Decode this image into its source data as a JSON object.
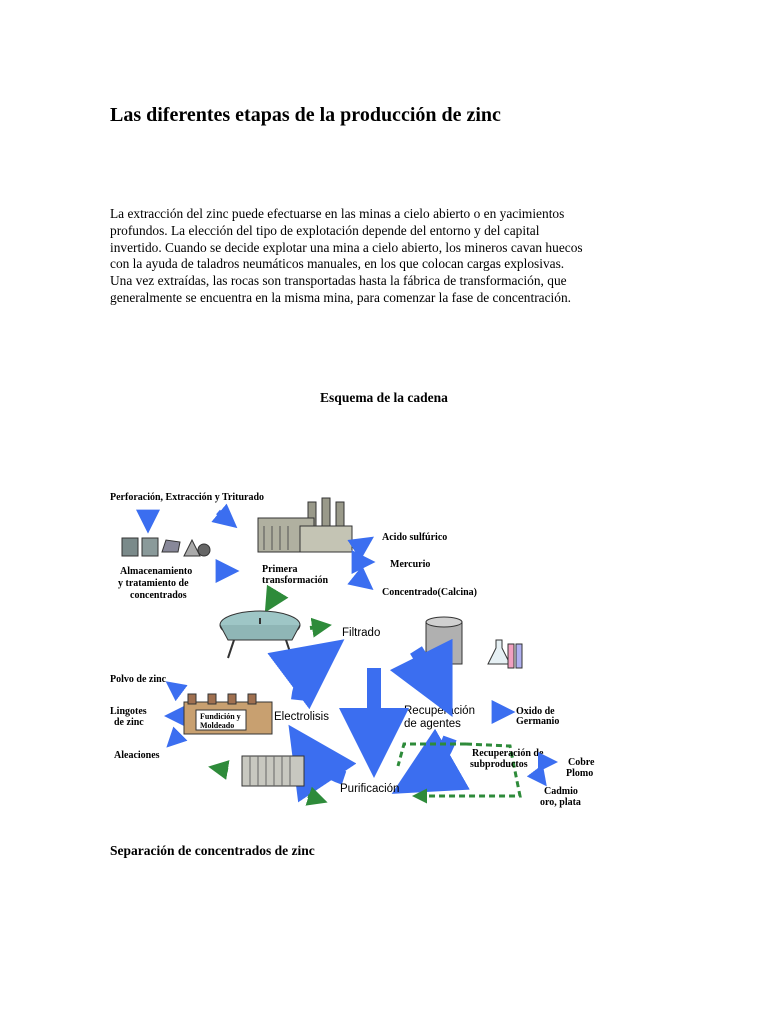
{
  "title": "Las diferentes etapas de la producción de zinc",
  "intro_lines": [
    "La extracción del zinc puede efectuarse en las minas a cielo abierto o en yacimientos",
    "profundos. La elección del tipo de explotación depende del entorno y del capital",
    "invertido. Cuando se decide explotar una mina a cielo abierto, los mineros cavan huecos",
    "con la ayuda de taladros neumáticos manuales, en los que colocan cargas explosivas.",
    "Una vez extraídas, las rocas son transportadas hasta la fábrica de transformación, que",
    "generalmente se encuentra en la misma mina, para comenzar la fase de concentración."
  ],
  "diagram_caption": "Esquema de la cadena",
  "diagram": {
    "perforacion": "Perforación, Extracción y Triturado",
    "almacenamiento_1": "Almacenamiento",
    "almacenamiento_2": "y tratamiento de",
    "almacenamiento_3": "concentrados",
    "primera_1": "Primera",
    "primera_2": "transformación",
    "acido": "Acido sulfúrico",
    "mercurio": "Mercurio",
    "concentrado": "Concentrado(Calcina)",
    "filtrado": "Filtrado",
    "polvo": "Polvo de zinc",
    "lingotes_1": "Lingotes",
    "lingotes_2": "de zinc",
    "fundicion_1": "Fundición y",
    "fundicion_2": "Moldeado",
    "aleaciones": "Aleaciones",
    "electrolisis": "Electrolisis",
    "recuperacion_agentes_1": "Recuperación",
    "recuperacion_agentes_2": "de agentes",
    "oxido_1": "Oxido de",
    "oxido_2": "Germanio",
    "recuperacion_sub_1": "Recuperación de",
    "recuperacion_sub_2": "subproductos",
    "cobre": "Cobre",
    "plomo": "Plomo",
    "cadmio": "Cadmio",
    "oro": "oro, plata",
    "purificacion": "Purificación"
  },
  "section2_title": "Separación de concentrados de zinc",
  "colors": {
    "arrow": "#3b6ef0",
    "green": "#2e8b3a",
    "factory": "#b0b0a0"
  }
}
